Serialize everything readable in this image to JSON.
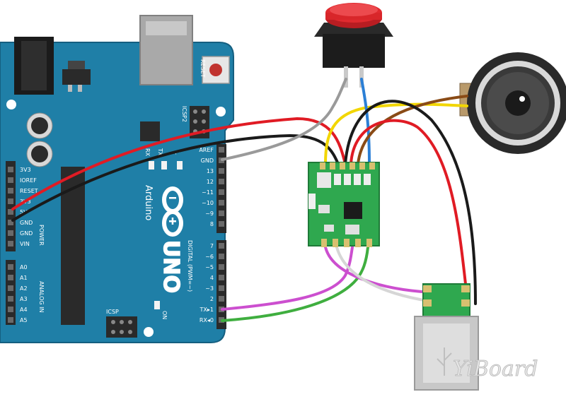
{
  "arduino": {
    "model_name": "UNO",
    "brand_name": "Arduino",
    "reset_label": "RESET",
    "icsp2_label": "ICSP2",
    "icsp_label": "ICSP",
    "tx_label": "TX",
    "rx_label": "RX",
    "l_label": "L",
    "on_label": "ON",
    "power_label": "POWER",
    "analog_label": "ANALOG IN",
    "digital_label": "DIGITAL (PWM=~)",
    "digital_top_pins": [
      "AREF",
      "GND",
      "13",
      "12",
      "~11",
      "~10",
      "~9",
      "8"
    ],
    "digital_bottom_pins": [
      "7",
      "~6",
      "~5",
      "4",
      "~3",
      "2",
      "TX▸1",
      "RX◂0"
    ],
    "power_pins": [
      "3V3",
      "IOREF",
      "RESET",
      "3V3",
      "5V",
      "GND",
      "GND",
      "VIN"
    ],
    "analog_pins": [
      "A0",
      "A1",
      "A2",
      "A3",
      "A4",
      "A5"
    ]
  },
  "watermark": {
    "text": "YiBoard"
  },
  "colors": {
    "board_blue": "#1f7fa7",
    "module_green": "#2fa84f",
    "button_red": "#d8262a",
    "wire_red": "#e01b24",
    "wire_black": "#1a1a1a",
    "wire_gray": "#9a9a9a",
    "wire_yellow": "#f2d600",
    "wire_blue": "#2b7fd6",
    "wire_brown": "#8a4b16",
    "wire_magenta": "#cc4fcf",
    "wire_green": "#3fae3f",
    "wire_white": "#e8e8e8"
  }
}
